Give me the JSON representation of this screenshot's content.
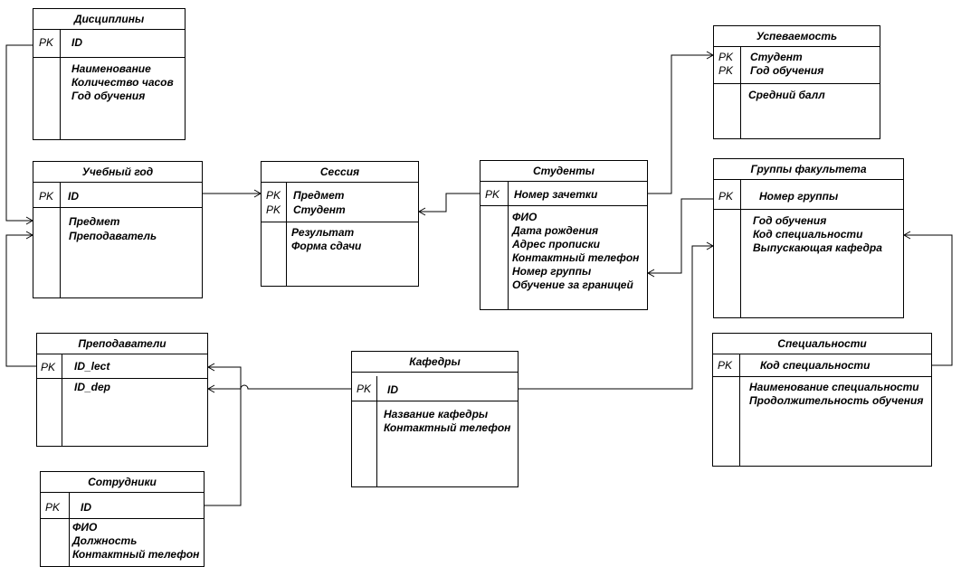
{
  "entities": {
    "discipliny": {
      "name": "Дисциплины",
      "pk_label": "PK",
      "key": [
        "ID"
      ],
      "fields": [
        "Наименование",
        "Количество часов",
        "Год обучения"
      ]
    },
    "uchebny_god": {
      "name": "Учебный год",
      "pk_label": "PK",
      "key": [
        "ID"
      ],
      "fields": [
        "Предмет",
        "Преподаватель"
      ]
    },
    "sessiya": {
      "name": "Сессия",
      "pk_label": "PK",
      "key": [
        "Предмет",
        "Студент"
      ],
      "fields": [
        "Результат",
        "Форма сдачи"
      ]
    },
    "studenty": {
      "name": "Студенты",
      "pk_label": "PK",
      "key": [
        "Номер зачетки"
      ],
      "fields": [
        "ФИО",
        "Дата рождения",
        "Адрес прописки",
        "Контактный телефон",
        "Номер группы",
        "Обучение за границей"
      ]
    },
    "uspevaemost": {
      "name": "Успеваемость",
      "pk_label": "PK",
      "key": [
        "Студент",
        "Год обучения"
      ],
      "fields": [
        "Средний балл"
      ]
    },
    "gruppy": {
      "name": "Группы факультета",
      "pk_label": "PK",
      "key": [
        "Номер группы"
      ],
      "fields": [
        "Год обучения",
        "Код специальности",
        "Выпускающая кафедра"
      ]
    },
    "prepodavateli": {
      "name": "Преподаватели",
      "pk_label": "PK",
      "key": [
        "ID_lect"
      ],
      "fields": [
        "ID_dep"
      ]
    },
    "kafedry": {
      "name": "Кафедры",
      "pk_label": "PK",
      "key": [
        "ID"
      ],
      "fields": [
        "Название кафедры",
        "Контактный телефон"
      ]
    },
    "specialnosti": {
      "name": "Специальности",
      "pk_label": "PK",
      "key": [
        "Код специальности"
      ],
      "fields": [
        "Наименование специальности",
        "Продолжительность обучения"
      ]
    },
    "sotrudniki": {
      "name": "Сотрудники",
      "pk_label": "PK",
      "key": [
        "ID"
      ],
      "fields": [
        "ФИО",
        "Должность",
        "Контактный телефон"
      ]
    }
  }
}
